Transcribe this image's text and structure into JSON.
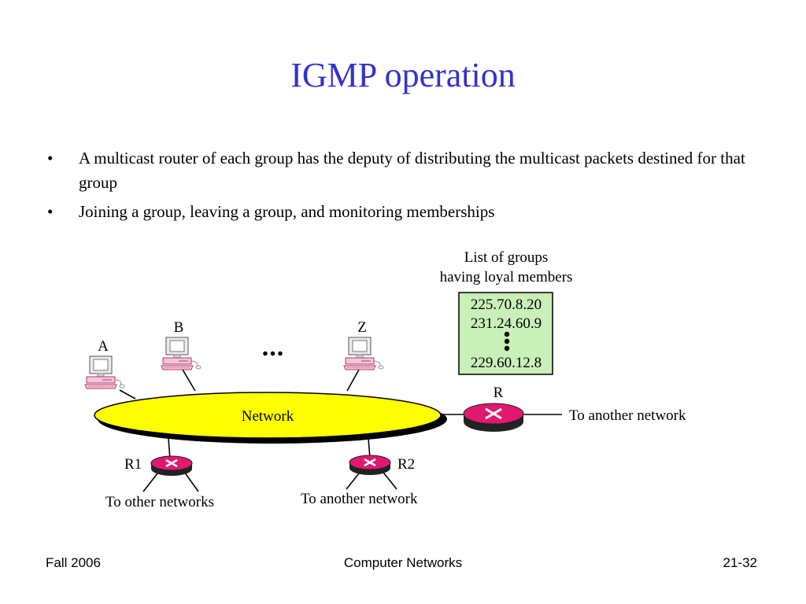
{
  "slide": {
    "title": "IGMP operation",
    "bullets": [
      "A multicast router of each group has the deputy of distributing the multicast packets destined for that group",
      "Joining a group, leaving a group, and monitoring memberships"
    ]
  },
  "diagram": {
    "groups_caption_line1": "List of groups",
    "groups_caption_line2": "having loyal members",
    "groups": [
      "225.70.8.20",
      "231.24.60.9",
      "229.60.12.8"
    ],
    "hosts": [
      "A",
      "B",
      "Z"
    ],
    "ellipsis": "...",
    "network_label": "Network",
    "routers": {
      "R": {
        "label": "R",
        "link_label": "To another network"
      },
      "R1": {
        "label": "R1",
        "link_label": "To other networks"
      },
      "R2": {
        "label": "R2",
        "link_label": "To another network"
      }
    }
  },
  "footer": {
    "left": "Fall 2006",
    "center": "Computer Networks",
    "right": "21-32"
  },
  "colors": {
    "title": "#3333cc",
    "network_fill": "#ffff00",
    "router_fill": "#e0186f",
    "groups_box_fill": "#c9f0b8"
  }
}
